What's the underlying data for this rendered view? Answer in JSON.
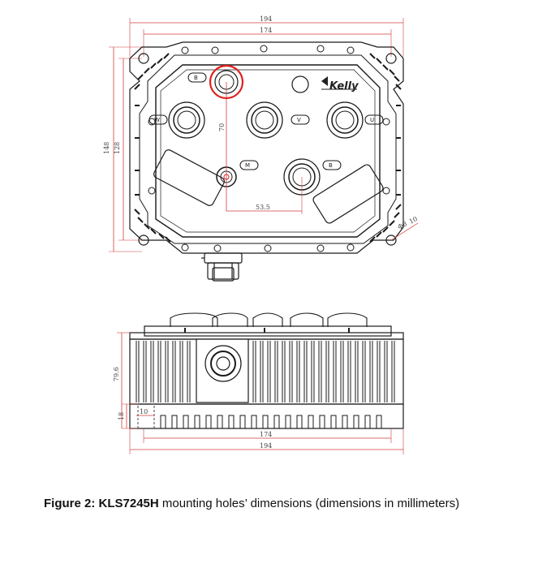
{
  "top_view": {
    "dims": {
      "width_outer": "194",
      "width_holes": "174",
      "height_outer": "148",
      "height_holes": "128",
      "vertical_offset": "70",
      "horizontal_offset": "53.5",
      "hole_diameter": "Φ8",
      "hole_diameter_suffix": "10"
    },
    "logo": "Kelly",
    "terminal_labels": {
      "top_left": "B",
      "mid_left": "W",
      "mid_center": "V",
      "mid_right": "U",
      "lower_center": "M",
      "lower_right": "B"
    }
  },
  "side_view": {
    "dims": {
      "height": "79.6",
      "base_height": "18",
      "base_offset": "10",
      "width_holes": "174",
      "width_outer": "194"
    }
  },
  "caption": {
    "prefix": "Figure 2: ",
    "model": "KLS7245H",
    "text": " mounting holes’ dimensions (dimensions in millimeters)"
  },
  "colors": {
    "dimension_line": "#d43b3b",
    "outline": "#1a1a1a",
    "highlight": "#e02020"
  }
}
